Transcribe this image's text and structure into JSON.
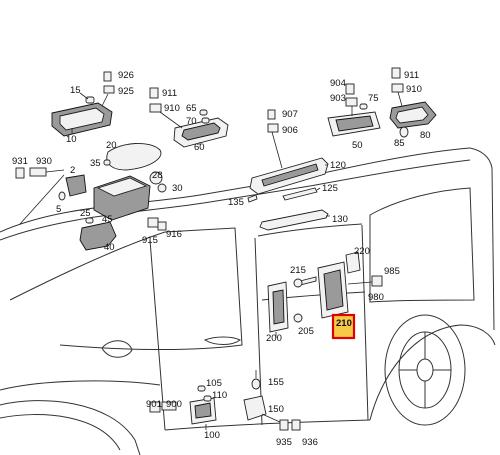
{
  "diagram": {
    "highlight_color": "#e00000",
    "highlight_fill": "#f7c948",
    "highlighted_part": "210",
    "callouts": [
      {
        "id": "926",
        "label": "926"
      },
      {
        "id": "925",
        "label": "925"
      },
      {
        "id": "15",
        "label": "15"
      },
      {
        "id": "10",
        "label": "10"
      },
      {
        "id": "911",
        "label": "911"
      },
      {
        "id": "910",
        "label": "910"
      },
      {
        "id": "65",
        "label": "65"
      },
      {
        "id": "70",
        "label": "70"
      },
      {
        "id": "60",
        "label": "60"
      },
      {
        "id": "904",
        "label": "904"
      },
      {
        "id": "903",
        "label": "903"
      },
      {
        "id": "911b",
        "label": "911"
      },
      {
        "id": "910b",
        "label": "910"
      },
      {
        "id": "75",
        "label": "75"
      },
      {
        "id": "50",
        "label": "50"
      },
      {
        "id": "85",
        "label": "85"
      },
      {
        "id": "80",
        "label": "80"
      },
      {
        "id": "907",
        "label": "907"
      },
      {
        "id": "906",
        "label": "906"
      },
      {
        "id": "120",
        "label": "120"
      },
      {
        "id": "125",
        "label": "125"
      },
      {
        "id": "130",
        "label": "130"
      },
      {
        "id": "135",
        "label": "135"
      },
      {
        "id": "931",
        "label": "931"
      },
      {
        "id": "930",
        "label": "930"
      },
      {
        "id": "2",
        "label": "2"
      },
      {
        "id": "20",
        "label": "20"
      },
      {
        "id": "35",
        "label": "35"
      },
      {
        "id": "5",
        "label": "5"
      },
      {
        "id": "25",
        "label": "25"
      },
      {
        "id": "28",
        "label": "28"
      },
      {
        "id": "30",
        "label": "30"
      },
      {
        "id": "45",
        "label": "45"
      },
      {
        "id": "40",
        "label": "40"
      },
      {
        "id": "915",
        "label": "915"
      },
      {
        "id": "916",
        "label": "916"
      },
      {
        "id": "220",
        "label": "220"
      },
      {
        "id": "215",
        "label": "215"
      },
      {
        "id": "985",
        "label": "985"
      },
      {
        "id": "980",
        "label": "980"
      },
      {
        "id": "205",
        "label": "205"
      },
      {
        "id": "200",
        "label": "200"
      },
      {
        "id": "210",
        "label": "210"
      },
      {
        "id": "105",
        "label": "105"
      },
      {
        "id": "155",
        "label": "155"
      },
      {
        "id": "110",
        "label": "110"
      },
      {
        "id": "901",
        "label": "901"
      },
      {
        "id": "900",
        "label": "900"
      },
      {
        "id": "100",
        "label": "100"
      },
      {
        "id": "150",
        "label": "150"
      },
      {
        "id": "935",
        "label": "935"
      },
      {
        "id": "936",
        "label": "936"
      }
    ]
  }
}
